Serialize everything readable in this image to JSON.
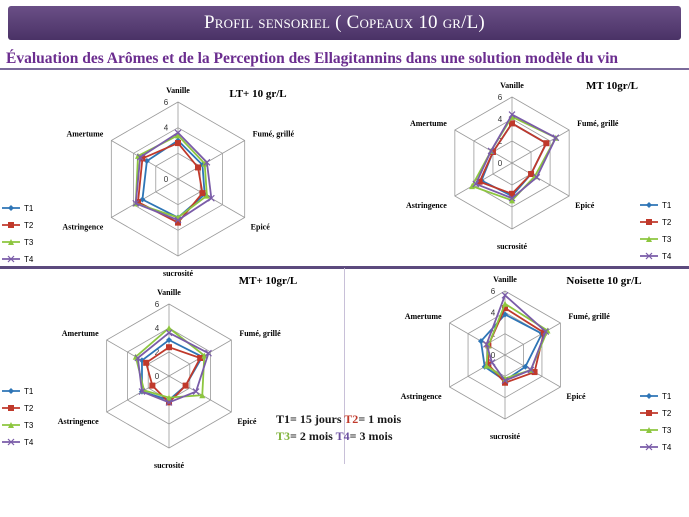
{
  "header": {
    "title": "Profil sensoriel ( Copeaux 10 gr/L)",
    "subtitle": "Évaluation des Arômes et de la Perception des Ellagitannins dans une solution modèle du vin"
  },
  "colors": {
    "T1": "#2e75b6",
    "T2": "#c0392b",
    "T3": "#8dc63f",
    "T4": "#7a5ca8",
    "grid": "#9a9a9a"
  },
  "time_legend": {
    "line1": [
      {
        "key": "T1",
        "text": "T1= 15 jours "
      },
      {
        "key": "T2",
        "text": "T2"
      },
      {
        "key": "T1",
        "text": "= 1 mois"
      }
    ],
    "line2": [
      {
        "key": "T3",
        "text": "T3"
      },
      {
        "key": "T1",
        "text": "= 2 mois "
      },
      {
        "key": "T4",
        "text": "T4"
      },
      {
        "key": "T1",
        "text": "= 3 mois"
      }
    ]
  },
  "chart_data": [
    {
      "type": "radar",
      "title": "LT+ 10 gr/L",
      "axes": [
        "Vanille",
        "Fumé, grillé",
        "Epicé",
        "sucrosité",
        "Astringence",
        "Amertume"
      ],
      "rmax": 6,
      "ticks": [
        0,
        2,
        4,
        6
      ],
      "tick_labels_shown": [
        "0",
        "4",
        "6"
      ],
      "series": [
        {
          "name": "T1",
          "values": [
            3.0,
            2.2,
            2.4,
            3.0,
            3.2,
            2.8
          ]
        },
        {
          "name": "T2",
          "values": [
            2.8,
            1.8,
            2.2,
            3.4,
            3.6,
            3.2
          ]
        },
        {
          "name": "T3",
          "values": [
            3.4,
            2.4,
            2.6,
            3.0,
            3.8,
            3.6
          ]
        },
        {
          "name": "T4",
          "values": [
            3.6,
            2.6,
            3.0,
            3.2,
            3.8,
            3.4
          ]
        }
      ]
    },
    {
      "type": "radar",
      "title": "MT 10gr/L",
      "axes": [
        "Vanille",
        "Fumé, grillé",
        "Epicé",
        "sucrosité",
        "Astringence",
        "Amertume"
      ],
      "rmax": 6,
      "ticks": [
        0,
        2,
        4,
        6
      ],
      "tick_labels_shown": [
        "0",
        "2",
        "4",
        "6"
      ],
      "series": [
        {
          "name": "T1",
          "values": [
            3.6,
            3.6,
            2.0,
            3.0,
            3.2,
            2.0
          ]
        },
        {
          "name": "T2",
          "values": [
            3.6,
            3.6,
            2.0,
            2.8,
            3.4,
            2.0
          ]
        },
        {
          "name": "T3",
          "values": [
            4.2,
            4.6,
            2.4,
            3.4,
            4.2,
            2.2
          ]
        },
        {
          "name": "T4",
          "values": [
            4.4,
            4.6,
            2.6,
            3.2,
            3.8,
            2.2
          ]
        }
      ]
    },
    {
      "type": "radar",
      "title": "MT+ 10gr/L",
      "axes": [
        "Vanille",
        "Fumé, grillé",
        "Epicé",
        "sucrosité",
        "Astringence",
        "Amertume"
      ],
      "rmax": 6,
      "ticks": [
        0,
        2,
        4,
        6
      ],
      "tick_labels_shown": [
        "0",
        "2",
        "4",
        "6"
      ],
      "series": [
        {
          "name": "T1",
          "values": [
            3.0,
            3.2,
            1.6,
            2.0,
            2.6,
            2.6
          ]
        },
        {
          "name": "T2",
          "values": [
            2.4,
            3.0,
            1.6,
            2.2,
            1.6,
            2.2
          ]
        },
        {
          "name": "T3",
          "values": [
            4.0,
            3.4,
            3.2,
            1.8,
            2.4,
            3.2
          ]
        },
        {
          "name": "T4",
          "values": [
            3.6,
            3.8,
            2.6,
            2.2,
            2.6,
            3.0
          ]
        }
      ]
    },
    {
      "type": "radar",
      "title": "Noisette 10 gr/L",
      "axes": [
        "Vanille",
        "Fumé, grillé",
        "Epicé",
        "sucrosité",
        "Astringence",
        "Amertume"
      ],
      "rmax": 6,
      "ticks": [
        0,
        2,
        4,
        6
      ],
      "tick_labels_shown": [
        "0",
        "2",
        "4",
        "6"
      ],
      "series": [
        {
          "name": "T1",
          "values": [
            3.8,
            4.0,
            2.2,
            2.4,
            2.2,
            2.6
          ]
        },
        {
          "name": "T2",
          "values": [
            4.4,
            4.2,
            3.2,
            2.6,
            1.8,
            1.8
          ]
        },
        {
          "name": "T3",
          "values": [
            4.8,
            4.6,
            2.8,
            2.2,
            2.0,
            1.8
          ]
        },
        {
          "name": "T4",
          "values": [
            5.6,
            4.4,
            2.8,
            2.4,
            1.4,
            2.0
          ]
        }
      ]
    }
  ]
}
